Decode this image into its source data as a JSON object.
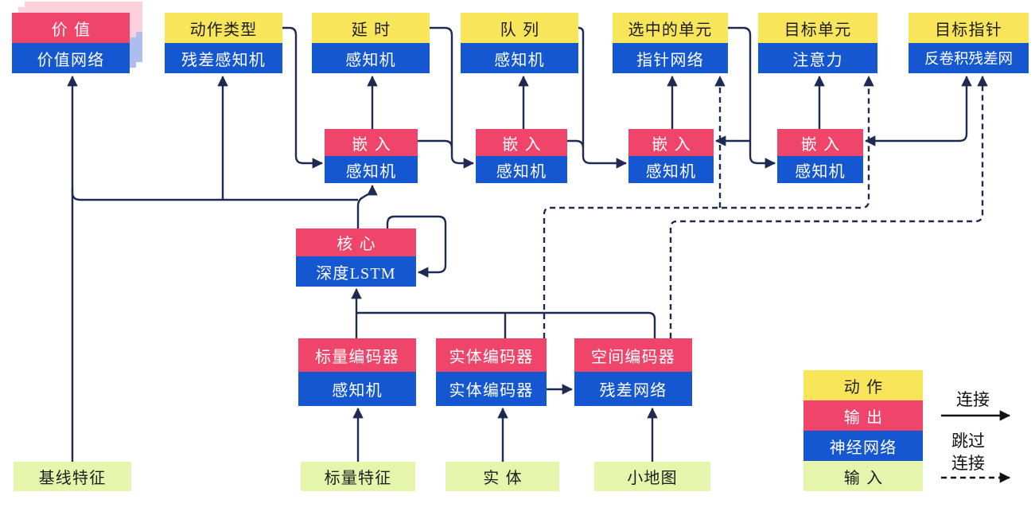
{
  "title": "AlphaStar agent architecture (Chinese)",
  "colors": {
    "action_yellow": "#F8E55A",
    "output_red": "#F0456B",
    "network_blue": "#1557D0",
    "input_green": "#E5F6AC",
    "wire_navy": "#1E2A52",
    "stack_shadow_pink": "#FBD0DC",
    "stack_shadow_blue": "#AEBDF0"
  },
  "heads": [
    {
      "action": "价值",
      "network": "价值网络",
      "variant": "output"
    },
    {
      "action": "动作类型",
      "network": "残差感知机",
      "variant": "action"
    },
    {
      "action": "延时",
      "network": "感知机",
      "variant": "action"
    },
    {
      "action": "队列",
      "network": "感知机",
      "variant": "action"
    },
    {
      "action": "选中的单元",
      "network": "指针网络",
      "variant": "action"
    },
    {
      "action": "目标单元",
      "network": "注意力",
      "variant": "action"
    },
    {
      "action": "目标指针",
      "network": "反卷积残差网",
      "variant": "action"
    }
  ],
  "embeddings": [
    {
      "output": "嵌入",
      "network": "感知机"
    },
    {
      "output": "嵌入",
      "network": "感知机"
    },
    {
      "output": "嵌入",
      "network": "感知机"
    },
    {
      "output": "嵌入",
      "network": "感知机"
    }
  ],
  "core": {
    "output": "核心",
    "network": "深度LSTM"
  },
  "encoders": [
    {
      "output": "标量编码器",
      "network": "感知机"
    },
    {
      "output": "实体编码器",
      "network": "实体编码器"
    },
    {
      "output": "空间编码器",
      "network": "残差网络"
    }
  ],
  "inputs": [
    {
      "label": "基线特征"
    },
    {
      "label": "标量特征"
    },
    {
      "label": "实体"
    },
    {
      "label": "小地图"
    }
  ],
  "legend": {
    "items": [
      {
        "label": "动作",
        "type": "action"
      },
      {
        "label": "输出",
        "type": "output"
      },
      {
        "label": "神经网络",
        "type": "network"
      },
      {
        "label": "输入",
        "type": "input"
      }
    ],
    "connect_label": "连接",
    "skip_label_line1": "跳过",
    "skip_label_line2": "连接"
  },
  "edges": [
    {
      "from": "基线特征",
      "to": "价值网络",
      "style": "solid"
    },
    {
      "from": "核心",
      "to": "价值网络",
      "style": "solid"
    },
    {
      "from": "核心",
      "to": "残差感知机",
      "style": "solid"
    },
    {
      "from": "核心",
      "to": "嵌入1",
      "style": "solid"
    },
    {
      "from": "核心",
      "to": "核心",
      "style": "solid-loop"
    },
    {
      "from": "动作类型",
      "to": "嵌入1",
      "style": "solid"
    },
    {
      "from": "嵌入1",
      "to": "延时感知机",
      "style": "solid"
    },
    {
      "from": "延时+嵌入1",
      "to": "嵌入2",
      "style": "solid"
    },
    {
      "from": "嵌入2",
      "to": "队列感知机",
      "style": "solid"
    },
    {
      "from": "队列+嵌入2",
      "to": "嵌入3",
      "style": "solid"
    },
    {
      "from": "嵌入3",
      "to": "指针网络",
      "style": "solid"
    },
    {
      "from": "选中的单元",
      "to": "嵌入3/嵌入4",
      "style": "solid"
    },
    {
      "from": "嵌入4",
      "to": "注意力",
      "style": "solid"
    },
    {
      "from": "嵌入4",
      "to": "反卷积残差网",
      "style": "solid"
    },
    {
      "from": "标量编码器",
      "to": "核心",
      "style": "solid"
    },
    {
      "from": "实体编码器",
      "to": "核心",
      "style": "solid"
    },
    {
      "from": "空间编码器",
      "to": "核心",
      "style": "solid"
    },
    {
      "from": "实体编码器",
      "to": "残差网络",
      "style": "solid"
    },
    {
      "from": "标量特征",
      "to": "标量编码器",
      "style": "solid"
    },
    {
      "from": "实体",
      "to": "实体编码器",
      "style": "solid"
    },
    {
      "from": "小地图",
      "to": "残差网络",
      "style": "solid"
    },
    {
      "from": "实体编码器",
      "to": "指针网络",
      "style": "dashed"
    },
    {
      "from": "实体编码器",
      "to": "注意力",
      "style": "dashed"
    },
    {
      "from": "空间编码器",
      "to": "反卷积残差网",
      "style": "dashed"
    }
  ]
}
